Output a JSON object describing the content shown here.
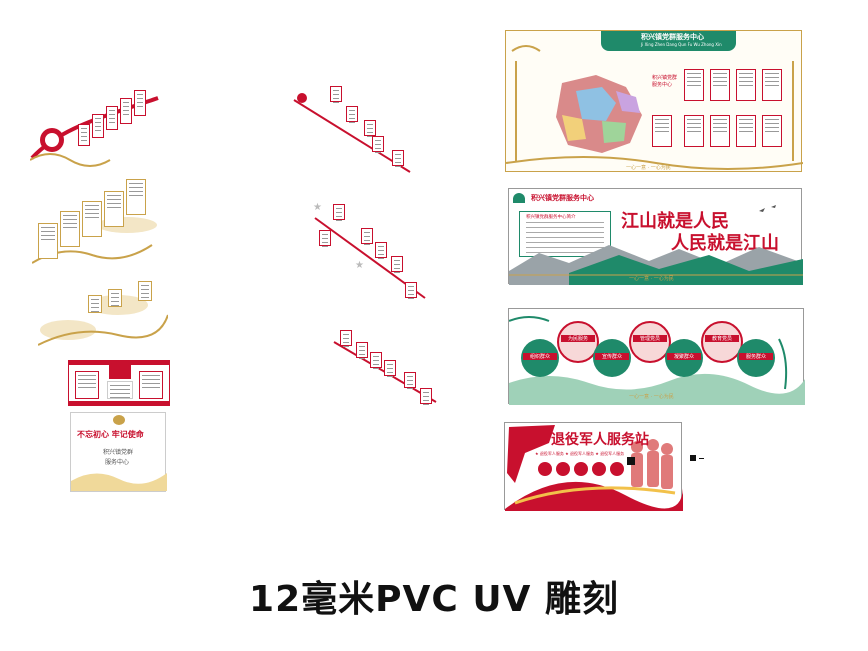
{
  "caption": "12毫米PVC UV 雕刻",
  "panels": {
    "map_board": {
      "banner_title": "积兴镇党群服务中心",
      "banner_sub": "Ji Xing Zhen Dang Qun Fu Wu Zhong Xin",
      "side_note": "积兴镇党群服务中心",
      "footer": "一心一意 · 一心为民"
    },
    "mountain_board": {
      "logo_title": "积兴镇党群服务中心",
      "intro_title": "积兴镇党群服务中心简介",
      "slogan_line1": "江山就是人民",
      "slogan_line2": "人民就是江山",
      "footer": "一心一意 · 一心为民"
    },
    "circle_board": {
      "badges": [
        "为民服务",
        "管理党员",
        "教育党员",
        "组织群众",
        "宣传群众",
        "凝聚群众",
        "服务群众"
      ],
      "footer": "一心一意 · 一心为民"
    },
    "veteran_board": {
      "title": "退役军人服务站",
      "subtitle": "★ 退役军人服务 ★ 退役军人服务 ★ 退役军人服务"
    },
    "gold_board": {
      "title": "不忘初心 牢记使命",
      "line1": "积兴镇党群",
      "line2": "服务中心"
    }
  },
  "colors": {
    "party_red": "#c8102e",
    "gold": "#c9a24a",
    "teal": "#1f8a6a",
    "mountain_gray": "#9aa3a8"
  }
}
